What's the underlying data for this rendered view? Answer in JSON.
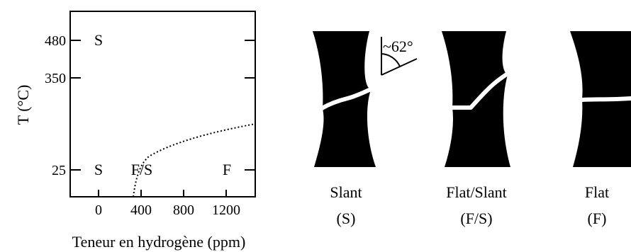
{
  "plot": {
    "ylabel": "T (°C)",
    "xlabel": "Teneur en hydrogène (ppm)",
    "y_ticks": [
      "480",
      "350",
      "25"
    ],
    "x_ticks": [
      "0",
      "400",
      "800",
      "1200"
    ],
    "region_labels": {
      "s_high": "S",
      "s_low": "S",
      "fs": "F/S",
      "f": "F"
    },
    "boundary_style": "dotted"
  },
  "specimens": [
    {
      "name": "Slant",
      "code": "(S)",
      "angle_label": "~62°"
    },
    {
      "name": "Flat/Slant",
      "code": "(F/S)"
    },
    {
      "name": "Flat",
      "code": "(F)"
    }
  ],
  "colors": {
    "ink": "#000000",
    "crack": "#ffffff"
  }
}
